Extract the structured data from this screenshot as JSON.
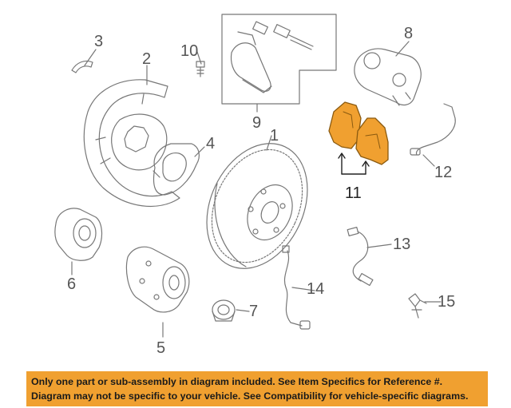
{
  "callouts": {
    "c1": "1",
    "c2": "2",
    "c3": "3",
    "c4": "4",
    "c5": "5",
    "c6": "6",
    "c7": "7",
    "c8": "8",
    "c9": "9",
    "c10": "10",
    "c11": "11",
    "c12": "12",
    "c13": "13",
    "c14": "14",
    "c15": "15"
  },
  "banner": {
    "line1": "Only one part or sub-assembly in diagram included. See Item Specifics for Reference #.",
    "line2": "Diagram may not be specific to your vehicle. See Compatibility for vehicle-specific diagrams."
  },
  "colors": {
    "highlight": "#f0a030",
    "linework": "#777777"
  }
}
